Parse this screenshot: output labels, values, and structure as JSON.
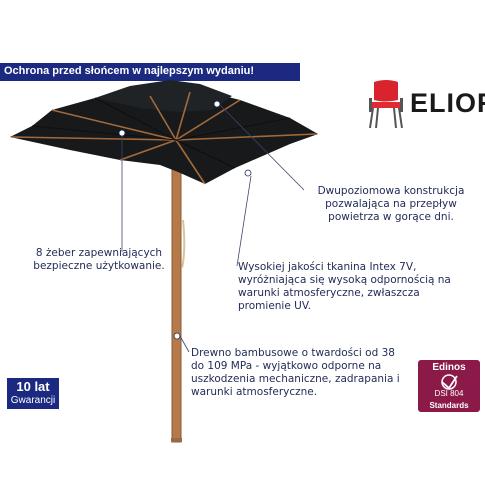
{
  "banner": {
    "text": "Ochrona przed słońcem w najlepszym wydaniu!"
  },
  "brand": {
    "name": "ELIOR"
  },
  "callouts": {
    "double_tier": "Dwupoziomowa konstrukcja pozwalająca na przepływ powietrza w gorące dni.",
    "ribs": "8 żeber zapewniających bezpieczne użytkowanie.",
    "fabric": "Wysokiej jakości tkanina Intex 7V, wyróżniająca się wysoką odpornością na warunki atmosferyczne, zwłaszcza promienie UV.",
    "pole": "Drewno bambusowe o twardości od 38 do 109 MPa - wyjątkowo odporne na uszkodzenia mechaniczne, zadrapania i warunki atmosferyczne."
  },
  "warranty": {
    "big": "10 lat",
    "small": "Gwarancji"
  },
  "certificate": {
    "name": "Edinos",
    "code": "DSI 804",
    "standards": "Standards"
  },
  "colors": {
    "accent": "#1b2a80",
    "canopy": "#17191b",
    "wood": "#b5794a",
    "badge": "#8b1a48"
  }
}
